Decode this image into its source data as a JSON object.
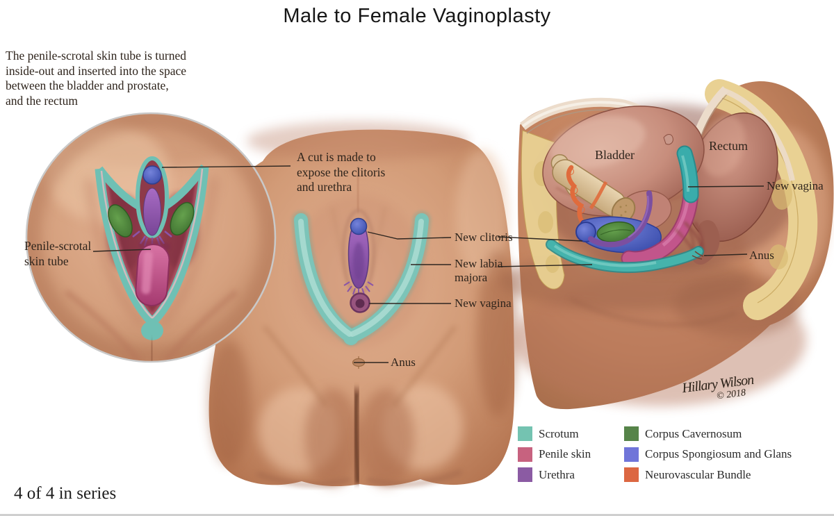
{
  "title": "Male to Female Vaginoplasty",
  "series_note": "4 of 4 in series",
  "intro_text": "The penile-scrotal skin tube is turned\ninside-out and inserted into the space\nbetween the bladder and prostate,\nand the rectum",
  "inset": {
    "label_cut": "A cut is made to\nexpose the clitoris\nand urethra",
    "label_skin_tube": "Penile-scrotal\nskin tube"
  },
  "middle_figure": {
    "labels": {
      "new_clitoris": "New clitoris",
      "new_labia_majora": "New labia\nmajora",
      "new_vagina": "New vagina",
      "anus": "Anus"
    }
  },
  "right_figure": {
    "labels": {
      "bladder": "Bladder",
      "rectum": "Rectum",
      "new_vagina": "New vagina",
      "anus": "Anus"
    }
  },
  "signature": {
    "name": "Hillary Wilson",
    "year": "© 2018"
  },
  "legend": {
    "items": [
      {
        "label": "Scrotum",
        "color": "#74c3b1"
      },
      {
        "label": "Penile skin",
        "color": "#c7627f"
      },
      {
        "label": "Urethra",
        "color": "#8b5ba3"
      },
      {
        "label": "Corpus Cavernosum",
        "color": "#568449"
      },
      {
        "label": "Corpus Spongiosum and Glans",
        "color": "#7075d9"
      },
      {
        "label": "Neurovascular Bundle",
        "color": "#dc6742"
      }
    ]
  },
  "colors": {
    "scrotum_teal": "#74c3b1",
    "penile_skin_pink": "#c7627f",
    "urethra_purple": "#8b5ba3",
    "corpus_cavernosum_green": "#568449",
    "corpus_spongiosum_blue": "#7075d9",
    "neurovascular_orange": "#dc6742",
    "leader_line": "#2e2620"
  }
}
